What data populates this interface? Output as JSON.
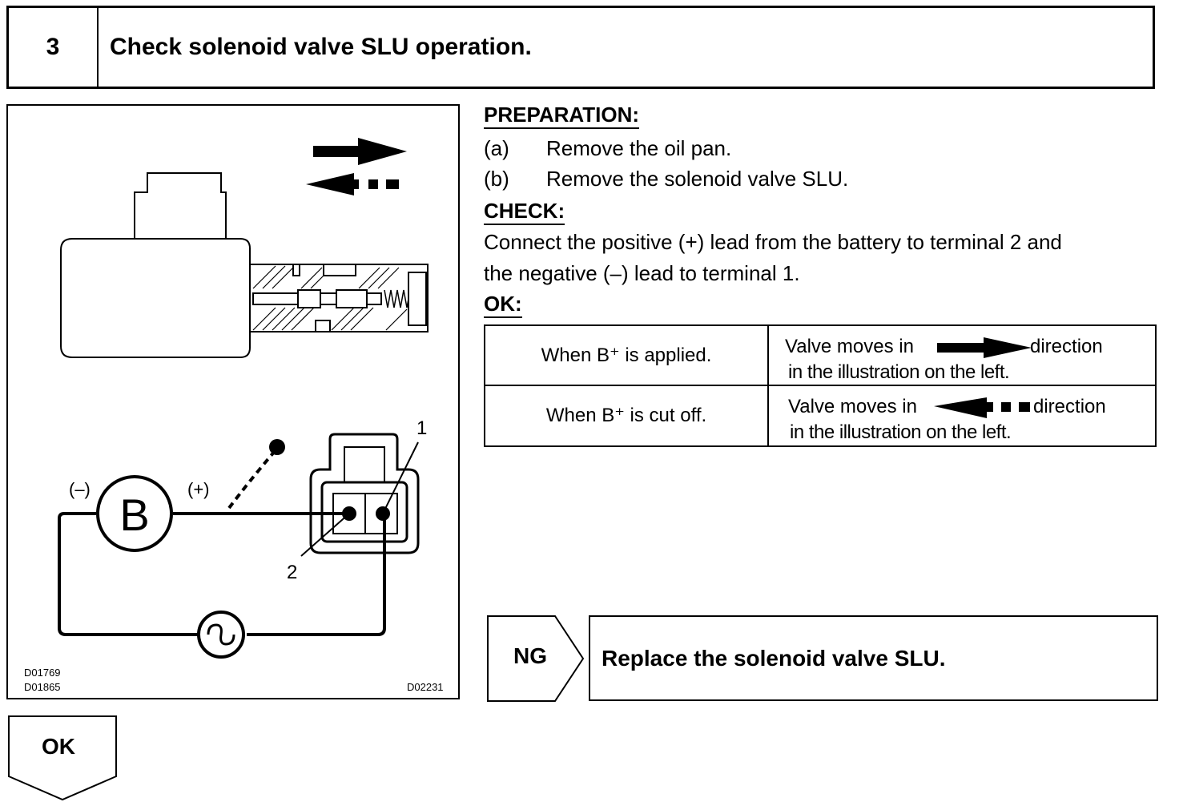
{
  "step": {
    "number": "3",
    "title": "Check solenoid valve SLU operation."
  },
  "figure": {
    "labels": {
      "battery": "B",
      "negative": "(–)",
      "positive": "(+)",
      "terminal_1": "1",
      "terminal_2": "2"
    },
    "codes": {
      "left_top": "D01769",
      "left_bottom": "D01865",
      "right_bottom": "D02231"
    }
  },
  "preparation": {
    "heading": "PREPARATION:",
    "items": [
      {
        "label": "(a)",
        "text": "Remove the oil pan."
      },
      {
        "label": "(b)",
        "text": "Remove the solenoid valve SLU."
      }
    ]
  },
  "check": {
    "heading": "CHECK:",
    "lines": [
      "Connect the positive (+) lead from the battery to terminal 2 and",
      "the negative (–) lead to terminal 1."
    ]
  },
  "ok_section": {
    "heading": "OK:",
    "rows": [
      {
        "condition": "When B⁺ is applied.",
        "result_prefix": "Valve moves in",
        "result_suffix": "direction",
        "result_line2": "in the illustration on the left.",
        "arrow": "solid-right-arrow"
      },
      {
        "condition": "When B⁺ is cut off.",
        "result_prefix": "Valve moves in",
        "result_suffix": "direction",
        "result_line2": "in the illustration on the left.",
        "arrow": "dashed-left-arrow"
      }
    ]
  },
  "ng": {
    "label": "NG",
    "action": "Replace the solenoid valve SLU."
  },
  "ok_flag": {
    "label": "OK"
  }
}
